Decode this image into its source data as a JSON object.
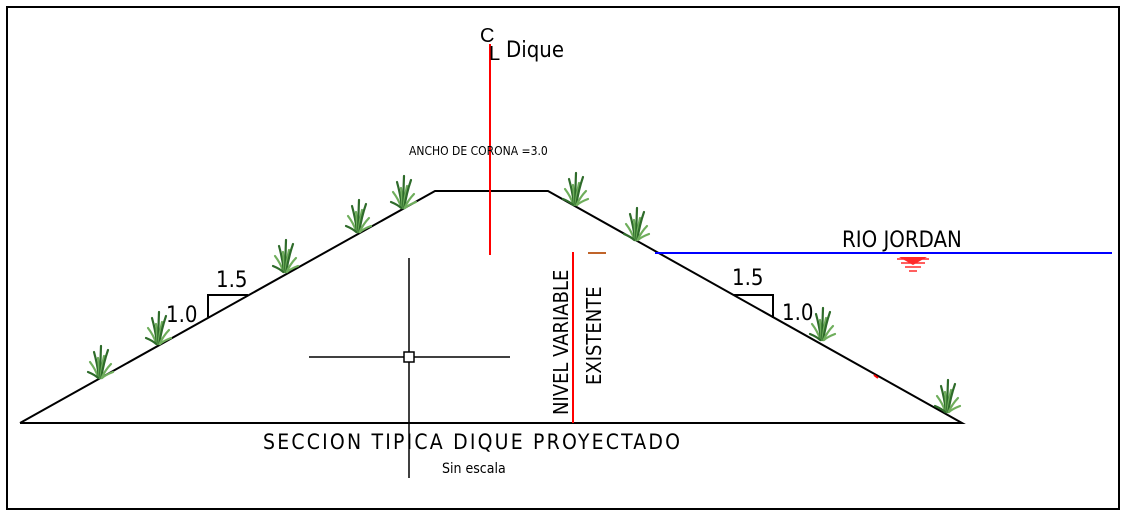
{
  "centerline": {
    "symbol_c": "C",
    "symbol_l": "L",
    "label": "Dique"
  },
  "crown_width_label": "ANCHO DE CORONA =3.0",
  "river_label": "RIO JORDAN",
  "slope_left": {
    "horizontal": "1.5",
    "vertical": "1.0"
  },
  "slope_right": {
    "horizontal": "1.5",
    "vertical": "1.0"
  },
  "water_level_label_1": "NIVEL VARIABLE",
  "water_level_label_2": "EXISTENTE",
  "section_title": "SECCION TIPICA DIQUE PROYECTADO",
  "section_subtitle": "Sin escala",
  "colors": {
    "frame": "#000000",
    "dike_outline": "#000000",
    "centerline": "#ff0000",
    "water_line": "#0000ff",
    "water_symbol": "#ff0000",
    "gauge_marker": "#c0642a",
    "grass": "#2e6b2a",
    "grass_light": "#6fae5c"
  },
  "icons": {
    "vegetation": "grass-tuft-icon",
    "water_level": "water-level-symbol-icon",
    "crosshair": "cad-cursor-icon"
  }
}
